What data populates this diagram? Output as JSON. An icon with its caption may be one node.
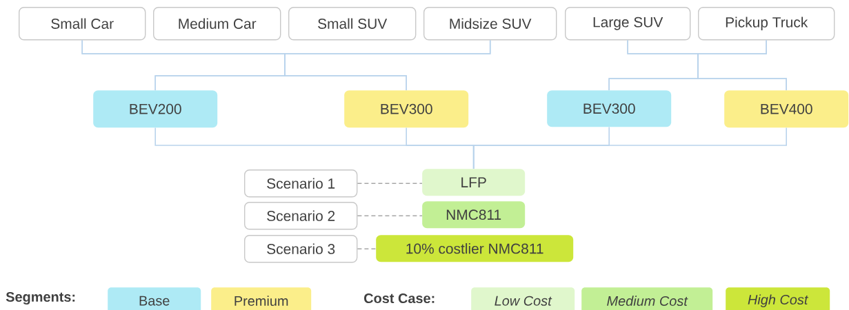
{
  "diagram": {
    "nodes": [
      {
        "text": [
          "Small Car"
        ]
      },
      {
        "text": [
          "Medium Car"
        ]
      },
      {
        "text": [
          "Small SUV"
        ]
      },
      {
        "text": [
          "Midsize SUV"
        ]
      },
      {
        "text": [
          "Large SUV"
        ]
      },
      {
        "text": [
          "Pickup Truck"
        ]
      },
      {
        "text": [
          "BEV200"
        ]
      },
      {
        "text": [
          "BEV300"
        ]
      },
      {
        "text": [
          "BEV300"
        ]
      },
      {
        "text": [
          "BEV400"
        ]
      },
      {
        "text": [
          "Scenario 1"
        ]
      },
      {
        "text": [
          "Scenario 2"
        ]
      },
      {
        "text": [
          "Scenario 3"
        ]
      },
      {
        "text": [
          "LFP"
        ]
      },
      {
        "text": [
          "NMC811"
        ]
      },
      {
        "text": [
          "10% costlier NMC811"
        ]
      }
    ],
    "edges": [
      {
        "from": 0,
        "to": 6,
        "arrow": "none"
      },
      {
        "from": 0,
        "to": 7,
        "arrow": "none"
      },
      {
        "from": 3,
        "to": 6,
        "arrow": "none"
      },
      {
        "from": 3,
        "to": 7,
        "arrow": "none"
      },
      {
        "from": 4,
        "to": 8,
        "arrow": "none"
      },
      {
        "from": 4,
        "to": 9,
        "arrow": "none"
      },
      {
        "from": 5,
        "to": 8,
        "arrow": "none"
      },
      {
        "from": 5,
        "to": 9,
        "arrow": "none"
      },
      {
        "from": 6,
        "to": 13,
        "arrow": "none"
      },
      {
        "from": 7,
        "to": 13,
        "arrow": "none"
      },
      {
        "from": 8,
        "to": 13,
        "arrow": "none"
      },
      {
        "from": 9,
        "to": 13,
        "arrow": "none"
      },
      {
        "from": 10,
        "to": 13,
        "arrow": "none",
        "style": "dashed",
        "color": "#a6a6a6"
      },
      {
        "from": 11,
        "to": 14,
        "arrow": "none",
        "style": "dashed",
        "color": "#a6a6a6"
      },
      {
        "from": 12,
        "to": 15,
        "arrow": "none",
        "style": "dashed",
        "color": "#a6a6a6"
      }
    ],
    "labels": [
      "Segments:",
      "Cost Case:"
    ],
    "legend": [
      {
        "text": "Base",
        "color": "#aeeaf5"
      },
      {
        "text": "Premium",
        "color": "#fbee8a"
      },
      {
        "text": "Low Cost",
        "color": "#e0f7cc"
      },
      {
        "text": "Medium Cost",
        "color": "#c2ef95"
      },
      {
        "text": "High Cost",
        "color": "#cce63a"
      }
    ]
  }
}
